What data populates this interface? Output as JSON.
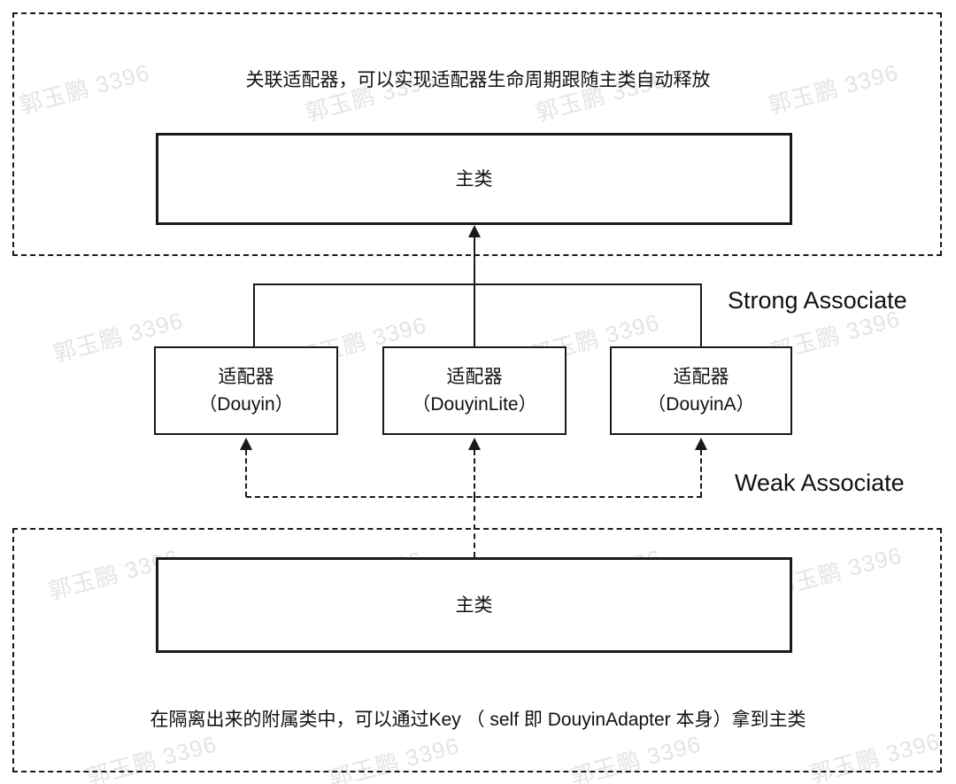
{
  "diagram": {
    "top_group": {
      "caption": "关联适配器，可以实现适配器生命周期跟随主类自动释放",
      "main_class_label": "主类"
    },
    "adapters": [
      {
        "title": "适配器",
        "subtitle": "（Douyin）"
      },
      {
        "title": "适配器",
        "subtitle": "（DouyinLite）"
      },
      {
        "title": "适配器",
        "subtitle": "（DouyinA）"
      }
    ],
    "labels": {
      "strong": "Strong Associate",
      "weak": "Weak Associate"
    },
    "bottom_group": {
      "main_class_label": "主类",
      "caption": "在隔离出来的附属类中，可以通过Key （ self 即 DouyinAdapter 本身）拿到主类"
    }
  },
  "watermark": {
    "text": "郭玉鹏 3396"
  },
  "colors": {
    "line": "#1a1a1a",
    "text": "#111111",
    "background": "#ffffff",
    "watermark": "#e4e4e4"
  }
}
